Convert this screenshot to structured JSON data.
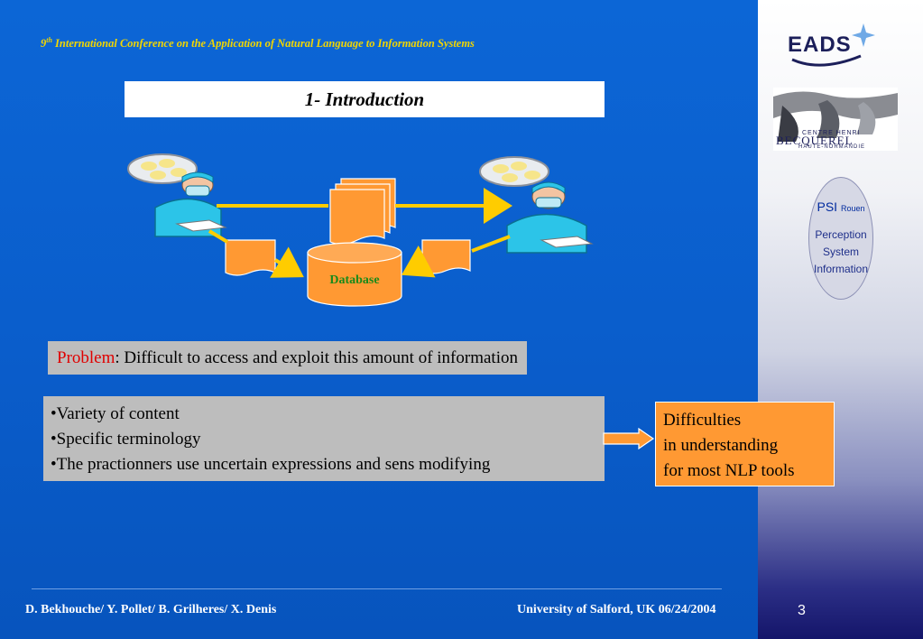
{
  "header": {
    "conference_prefix": "9",
    "conference_sup": "th",
    "conference_rest": " International Conference on the Application of Natural Language to Information Systems"
  },
  "slide_title": "1- Introduction",
  "diagram": {
    "database_label": "Database"
  },
  "problem": {
    "label": "Problem",
    "text": ": Difficult to access and exploit this amount of information"
  },
  "bullets": [
    "•Variety of content",
    "•Specific terminology",
    "•The practionners use uncertain expressions and sens modifying"
  ],
  "difficulty": {
    "line1": "Difficulties",
    "line2": "in  understanding",
    "line3": "for most NLP tools"
  },
  "sidebar": {
    "logo_text": "EADS",
    "becquerel_line1": "CENTRE HENRI",
    "becquerel_line2": "BECQUEREL",
    "becquerel_line3": "HAUTE-NORMANDIE",
    "psi": "PSI",
    "psi_small": "Rouen",
    "psi_lines": [
      "Perception",
      "System",
      "Information"
    ]
  },
  "footer": {
    "authors": "D. Bekhouche/ Y. Pollet/ B. Grilheres/ X. Denis",
    "university": "University of  Salford, UK 06/24/2004",
    "page": "3"
  },
  "colors": {
    "background": "#0a5fcc",
    "header_text": "#f2d600",
    "orange": "#ff9933",
    "arrow": "#ffcc00",
    "problem_red": "#e00000"
  }
}
